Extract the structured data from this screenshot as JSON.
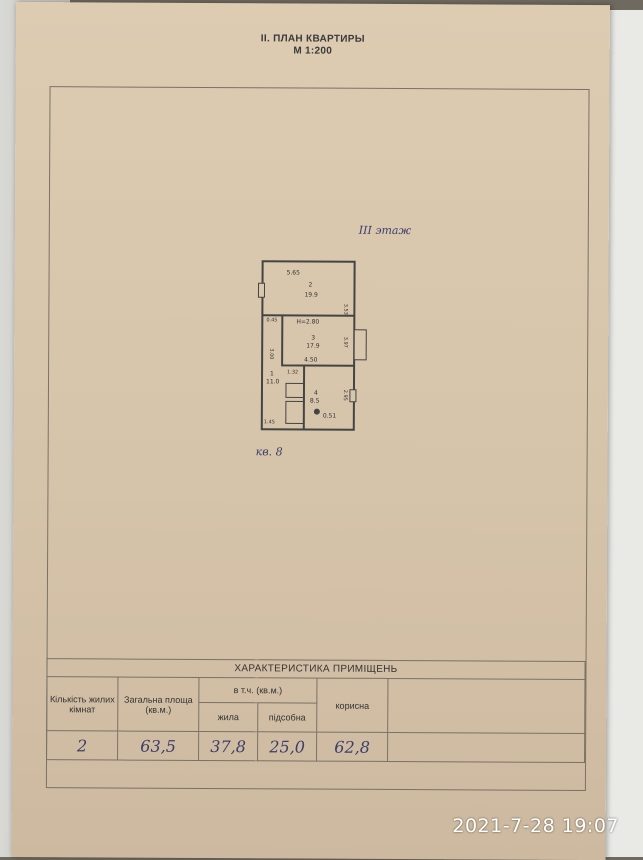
{
  "header": {
    "title": "II. ПЛАН КВАРТИРЫ",
    "scale": "М 1:200"
  },
  "plan": {
    "floor_label": "III этаж",
    "apartment_label": "кв. 8",
    "room1_width": "5.65",
    "room1_num": "2",
    "room1_area": "19.9",
    "room1_height": "3.53",
    "room2_ceiling": "H=2.80",
    "room2_width": "4.50",
    "room2_num": "3",
    "room2_area": "17.9",
    "room2_height": "3.97",
    "left_dim": "3.00",
    "hall_dim": "1.32",
    "hall_num": "1",
    "hall_area": "11.0",
    "kitchen_num": "4",
    "kitchen_area": "8.5",
    "kitchen_dim": "2.95",
    "bottom_left_dim": "1.45",
    "bottom_right_dim": "0.51",
    "top_left_dim": "0.45"
  },
  "specs": {
    "heading": "ХАРАКТЕРИСТИКА ПРИМІЩЕНЬ",
    "col_rooms": "Кількість жилих кімнат",
    "col_total": "Загальна площа (кв.м.)",
    "col_incl": "в т.ч. (кв.м.)",
    "col_living": "жила",
    "col_aux": "підсобна",
    "col_useful": "корисна",
    "val_rooms": "2",
    "val_total": "63,5",
    "val_living": "37,8",
    "val_aux": "25,0",
    "val_useful": "62,8"
  },
  "photo_timestamp": "2021-7-28 19:07",
  "colors": {
    "paper": "#d8c6ad",
    "ink": "#3b3f6b",
    "print": "#333333"
  }
}
